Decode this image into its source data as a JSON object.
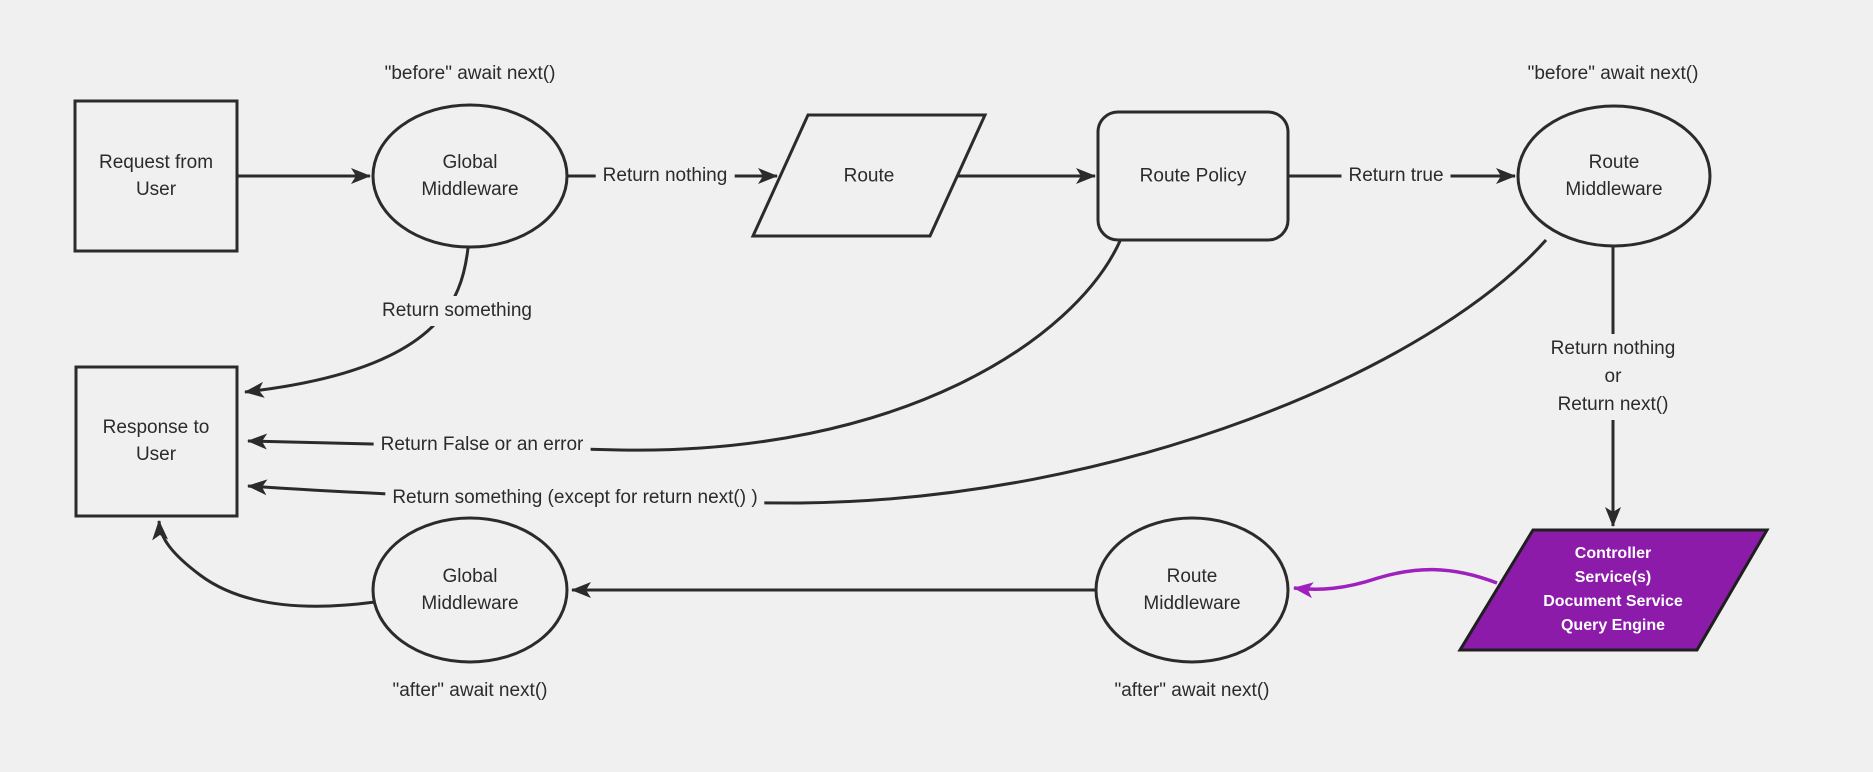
{
  "colors": {
    "background": "#f0f0f0",
    "ink": "#2b2b2b",
    "node_fill": "#f0f0f0",
    "purple_fill": "#8b1ba8",
    "purple_arrow": "#9e21bd"
  },
  "nodes": {
    "request": {
      "label": "Request from\nUser"
    },
    "global_middleware_top": {
      "label": "Global\nMiddleware"
    },
    "route": {
      "label": "Route"
    },
    "route_policy": {
      "label": "Route Policy"
    },
    "route_middleware_top": {
      "label": "Route\nMiddleware"
    },
    "response": {
      "label": "Response to\nUser"
    },
    "global_middleware_bottom": {
      "label": "Global\nMiddleware"
    },
    "route_middleware_bottom": {
      "label": "Route\nMiddleware"
    },
    "controller": {
      "label": "Controller\nService(s)\nDocument Service\nQuery Engine"
    }
  },
  "edge_labels": {
    "before_await_left": "\"before\" await next()",
    "before_await_right": "\"before\" await next()",
    "return_nothing": "Return nothing",
    "return_true": "Return true",
    "return_something": "Return something",
    "return_false_or_error": "Return False or an error",
    "return_something_except": "Return something (except for return next() )",
    "return_nothing_or_next": "Return nothing\nor\nReturn next()",
    "after_await_left": "\"after\" await next()",
    "after_await_right": "\"after\" await next()"
  }
}
